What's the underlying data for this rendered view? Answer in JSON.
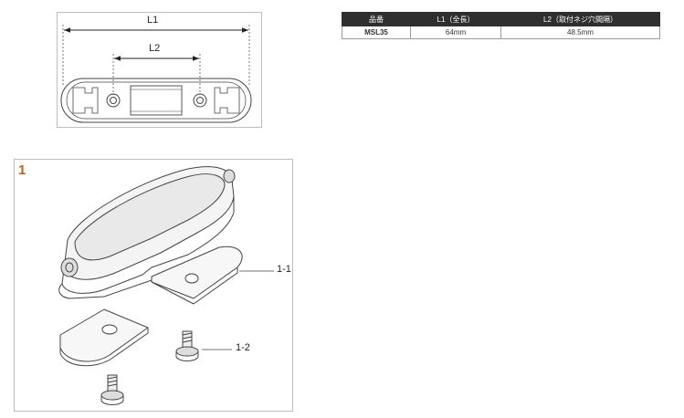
{
  "dimension_diagram": {
    "label_l1": "L1",
    "label_l2": "L2"
  },
  "spec_table": {
    "headers": [
      "品番",
      "L1（全長）",
      "L2（取付ネジ穴間隔）"
    ],
    "rows": [
      [
        "MSL35",
        "64mm",
        "48.5mm"
      ]
    ]
  },
  "parts_diagram": {
    "step_number": "1",
    "callouts": {
      "plate": "1-1",
      "screw": "1-2"
    }
  }
}
